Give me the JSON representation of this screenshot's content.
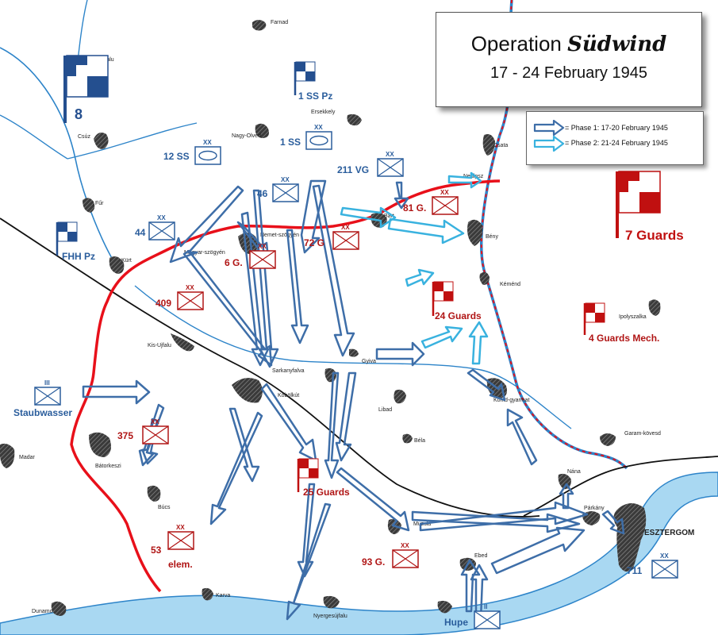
{
  "title": {
    "operation_prefix": "Operation ",
    "operation_name": "Südwind",
    "dates": "17 - 24 February 1945"
  },
  "legend": {
    "phase1": "= Phase 1: 17-20 February 1945",
    "phase2": "= Phase 2: 21-24 February 1945",
    "phase1_color": "#3e6ea8",
    "phase2_color": "#39b2df"
  },
  "colors": {
    "river": "#a9d8f2",
    "river_edge": "#2d84c9",
    "front_line": "#e8101a",
    "soviet": "#b01515",
    "german": "#2a5d9c",
    "rail": "#111111"
  },
  "towns": [
    {
      "name": "Farnad"
    },
    {
      "name": "Jászfalu"
    },
    {
      "name": "Ersekkely"
    },
    {
      "name": "Nagy-Olved"
    },
    {
      "name": "Csúz"
    },
    {
      "name": "Fűr"
    },
    {
      "name": "Kürt"
    },
    {
      "name": "Magyar-szögyén"
    },
    {
      "name": "Nemet-szögyén"
    },
    {
      "name": "Bart"
    },
    {
      "name": "Nedlpsz"
    },
    {
      "name": "Csata"
    },
    {
      "name": "Bény"
    },
    {
      "name": "Kéménd"
    },
    {
      "name": "Ipolyszalka"
    },
    {
      "name": "Kis-Ujfalu"
    },
    {
      "name": "Sarkanyfalva"
    },
    {
      "name": "Gyiva"
    },
    {
      "name": "Köbölkút"
    },
    {
      "name": "Libad"
    },
    {
      "name": "Béla"
    },
    {
      "name": "Köhid-gyarmat"
    },
    {
      "name": "Garam-kövesd"
    },
    {
      "name": "Madar"
    },
    {
      "name": "Bátorkeszi"
    },
    {
      "name": "Búcs"
    },
    {
      "name": "Nána"
    },
    {
      "name": "Párkány"
    },
    {
      "name": "ESZTERGOM"
    },
    {
      "name": "Muzsla"
    },
    {
      "name": "Ebed"
    },
    {
      "name": "Karva"
    },
    {
      "name": "Dunamo"
    },
    {
      "name": "Nyergesújfalu"
    }
  ],
  "armies": [
    {
      "label": "8",
      "side": "german"
    },
    {
      "label": "7 Guards",
      "side": "soviet"
    }
  ],
  "corps": [
    {
      "label": "1 SS Pz",
      "side": "german"
    },
    {
      "label": "FHH Pz",
      "side": "german"
    },
    {
      "label": "24 Guards",
      "side": "soviet"
    },
    {
      "label": "4 Guards Mech.",
      "side": "soviet"
    },
    {
      "label": "25 Guards",
      "side": "soviet"
    }
  ],
  "divisions": [
    {
      "label": "12 SS",
      "size": "XX",
      "side": "german",
      "armored": true
    },
    {
      "label": "1 SS",
      "size": "XX",
      "side": "german",
      "armored": true
    },
    {
      "label": "211 VG",
      "size": "XX",
      "side": "german"
    },
    {
      "label": "46",
      "size": "XX",
      "side": "german"
    },
    {
      "label": "44",
      "size": "XX",
      "side": "german"
    },
    {
      "label": "81 G.",
      "size": "XX",
      "side": "soviet"
    },
    {
      "label": "72 G",
      "size": "XX",
      "side": "soviet"
    },
    {
      "label": "6 G.",
      "size": "XX",
      "side": "soviet"
    },
    {
      "label": "409",
      "size": "XX",
      "side": "soviet"
    },
    {
      "label": "375",
      "size": "XX",
      "side": "soviet"
    },
    {
      "label": "53",
      "sub": "elem.",
      "size": "XX",
      "side": "soviet"
    },
    {
      "label": "93 G.",
      "size": "XX",
      "side": "soviet"
    },
    {
      "label": "711",
      "size": "XX",
      "side": "german"
    },
    {
      "label": "Staubwasser",
      "size": "III",
      "side": "german"
    },
    {
      "label": "Hupe",
      "size": "II",
      "side": "german"
    }
  ]
}
